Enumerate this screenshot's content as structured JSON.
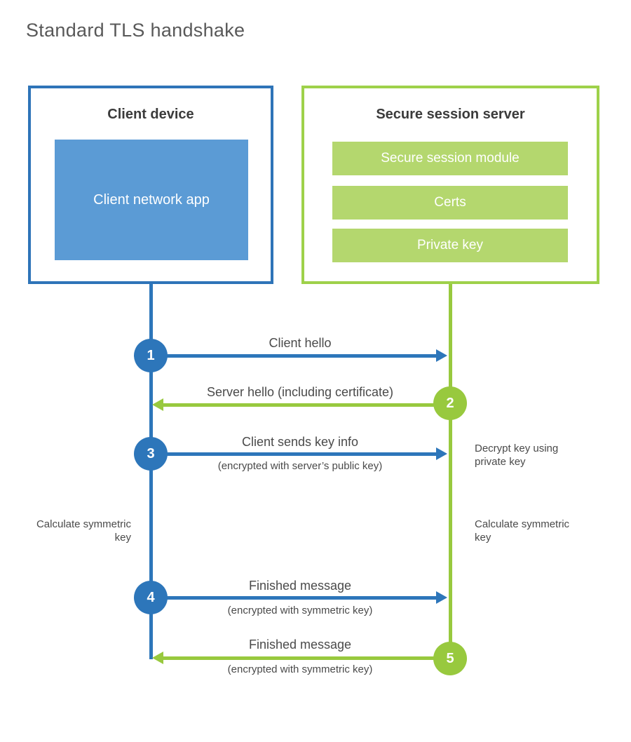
{
  "title": "Standard TLS handshake",
  "colors": {
    "blue_line": "#2d76ba",
    "blue_fill": "#5b9bd5",
    "green_line": "#98c93e",
    "green_border": "#9ed14a",
    "green_fill": "#b4d76e",
    "label_text": "#4a4a4a",
    "actor_title_text": "#3b3b3b",
    "page_title_text": "#595959"
  },
  "actors": {
    "client": {
      "title": "Client device",
      "module": "Client network app"
    },
    "server": {
      "title": "Secure session server",
      "modules": [
        "Secure session module",
        "Certs",
        "Private key"
      ]
    }
  },
  "steps": [
    {
      "num": "1",
      "label": "Client hello",
      "sub": "",
      "direction": "right",
      "actor": "client"
    },
    {
      "num": "2",
      "label": "Server hello (including certificate)",
      "sub": "",
      "direction": "left",
      "actor": "server"
    },
    {
      "num": "3",
      "label": "Client sends key info",
      "sub": "(encrypted with server’s public key)",
      "direction": "right",
      "actor": "client"
    },
    {
      "num": "4",
      "label": "Finished message",
      "sub": "(encrypted with symmetric key)",
      "direction": "right",
      "actor": "client"
    },
    {
      "num": "5",
      "label": "Finished message",
      "sub": "(encrypted with symmetric key)",
      "direction": "left",
      "actor": "server"
    }
  ],
  "notes": {
    "left_calculate": "Calculate symmetric key",
    "right_decrypt": "Decrypt key using private key",
    "right_calculate": "Calculate symmetric key"
  }
}
